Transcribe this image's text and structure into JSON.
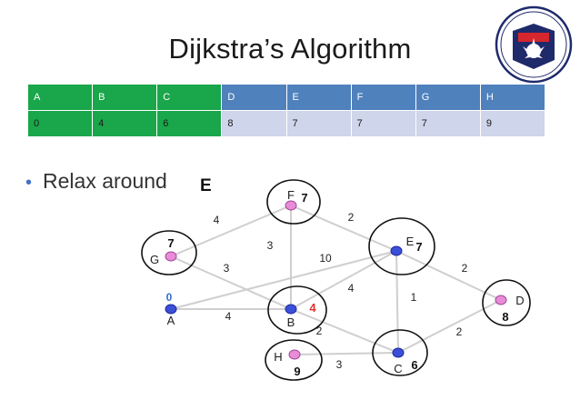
{
  "title": "Dijkstra’s Algorithm",
  "table": {
    "headers": [
      "A",
      "B",
      "C",
      "D",
      "E",
      "F",
      "G",
      "H"
    ],
    "values": [
      "0",
      "4",
      "6",
      "8",
      "7",
      "7",
      "7",
      "9"
    ],
    "finalized_count": 3
  },
  "bullet": {
    "text": "Relax around",
    "current_node": "E"
  },
  "colors": {
    "finalized": "#1aa64a",
    "header_open": "#4f81bd",
    "value_open": "#cfd5ea",
    "node_visited": "#3b4fd8",
    "node_unvisited": "#e98bd6",
    "edge": "#cfcfcf",
    "highlight_dist": "#e0312f",
    "source_dist": "#2f6fd0"
  },
  "graph": {
    "nodes": [
      {
        "id": "A",
        "label": "A",
        "dist": "0",
        "state": "visited"
      },
      {
        "id": "B",
        "label": "B",
        "dist": "4",
        "state": "visited"
      },
      {
        "id": "C",
        "label": "C",
        "dist": "6",
        "state": "visited"
      },
      {
        "id": "D",
        "label": "D",
        "dist": "8",
        "state": "unvisited"
      },
      {
        "id": "E",
        "label": "E",
        "dist": "7",
        "state": "visited"
      },
      {
        "id": "F",
        "label": "F",
        "dist": "7",
        "state": "unvisited"
      },
      {
        "id": "G",
        "label": "G",
        "dist": "7",
        "state": "unvisited"
      },
      {
        "id": "H",
        "label": "H",
        "dist": "9",
        "state": "unvisited"
      }
    ],
    "edges": [
      {
        "from": "G",
        "to": "F",
        "weight": "4"
      },
      {
        "from": "F",
        "to": "E",
        "weight": "2"
      },
      {
        "from": "F",
        "to": "B",
        "weight": "3"
      },
      {
        "from": "G",
        "to": "B",
        "weight": "3"
      },
      {
        "from": "A",
        "to": "E",
        "weight": "10"
      },
      {
        "from": "B",
        "to": "E",
        "weight": "4"
      },
      {
        "from": "E",
        "to": "D",
        "weight": "2"
      },
      {
        "from": "E",
        "to": "C",
        "weight": "1"
      },
      {
        "from": "A",
        "to": "B",
        "weight": "4"
      },
      {
        "from": "B",
        "to": "C",
        "weight": "2"
      },
      {
        "from": "C",
        "to": "D",
        "weight": "2"
      },
      {
        "from": "H",
        "to": "C",
        "weight": "3"
      }
    ]
  }
}
